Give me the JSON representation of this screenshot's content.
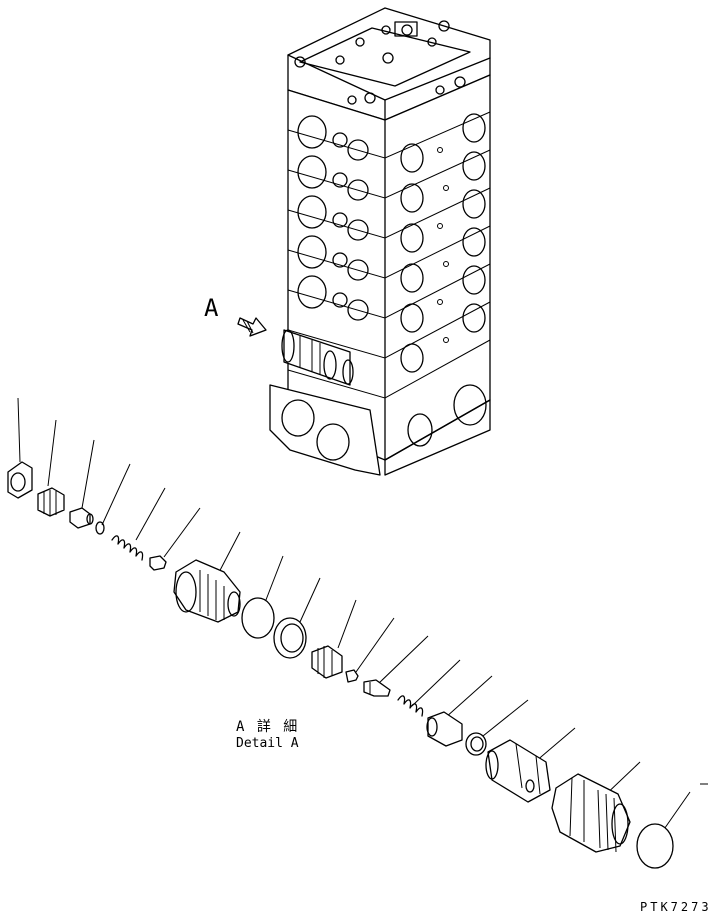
{
  "view_marker": "A",
  "detail_label_jp": "A 詳 細",
  "detail_label_en": "Detail A",
  "drawing_code": "PTK7273",
  "colors": {
    "ink": "#000000",
    "paper": "#ffffff"
  }
}
